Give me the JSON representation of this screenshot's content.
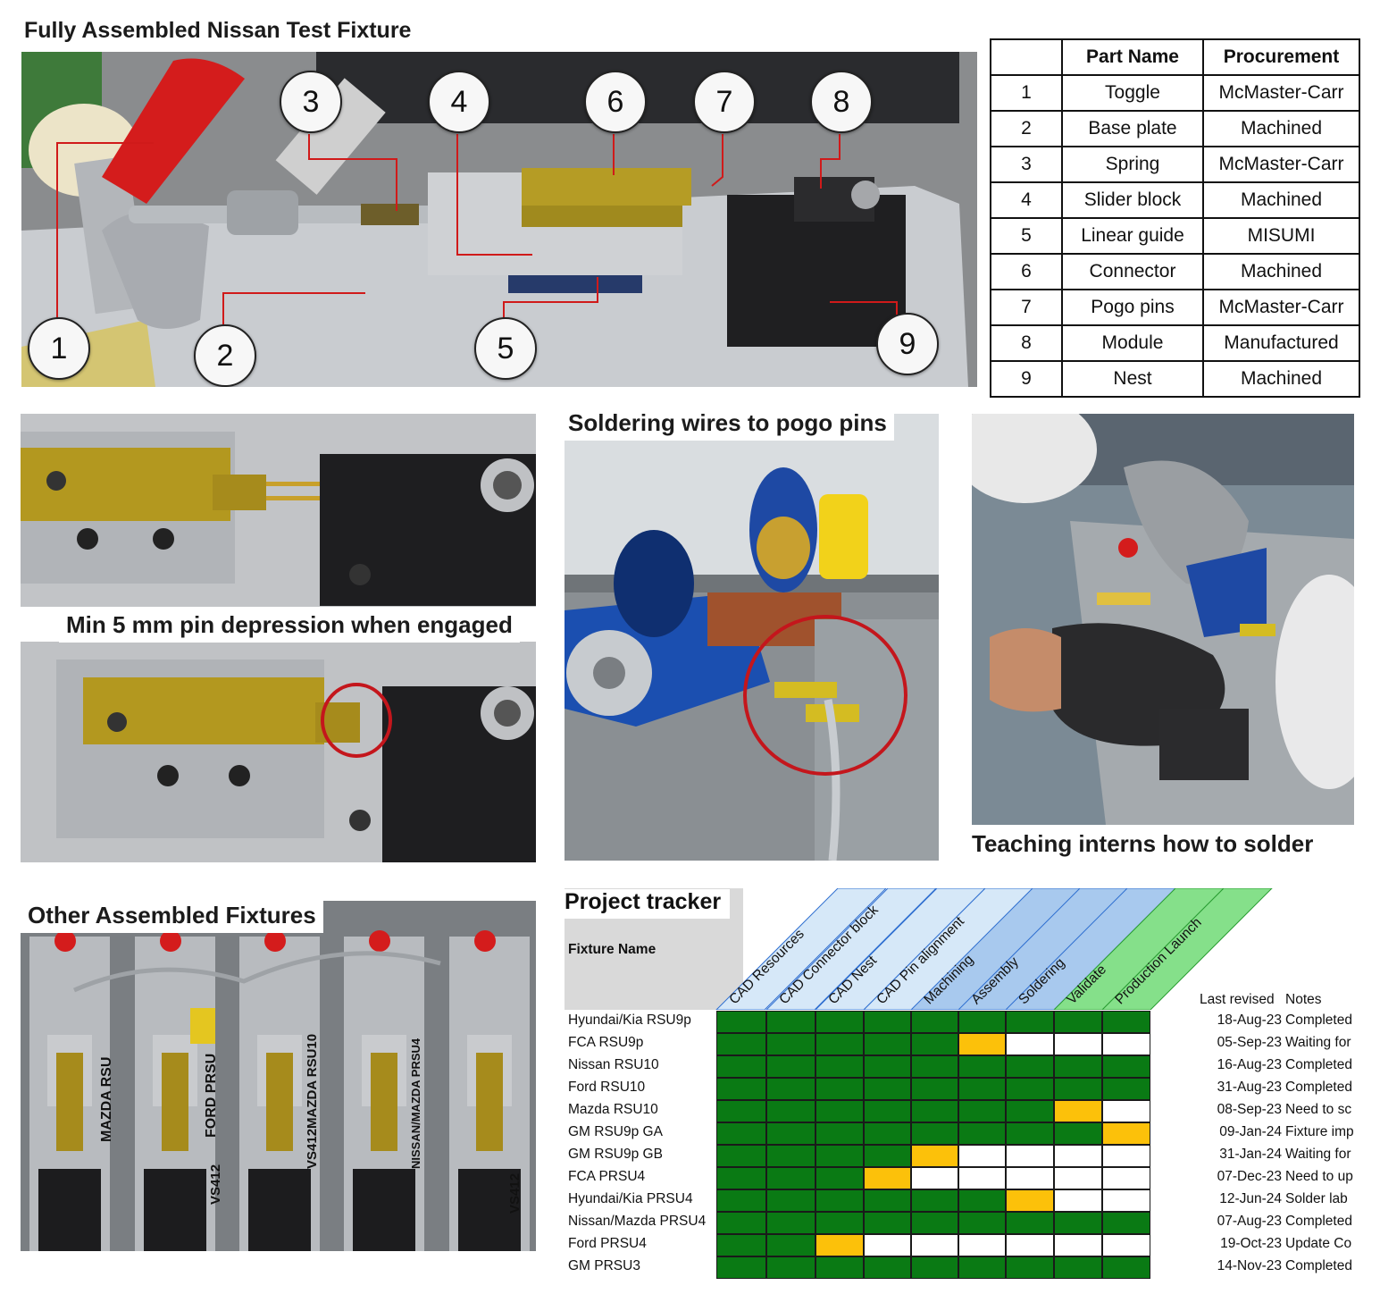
{
  "main_photo": {
    "title": "Fully Assembled Nissan Test Fixture",
    "callouts": [
      "1",
      "2",
      "3",
      "4",
      "5",
      "6",
      "7",
      "8",
      "9"
    ]
  },
  "parts_table": {
    "headers": [
      "",
      "Part Name",
      "Procurement"
    ],
    "rows": [
      [
        "1",
        "Toggle",
        "McMaster-Carr"
      ],
      [
        "2",
        "Base plate",
        "Machined"
      ],
      [
        "3",
        "Spring",
        "McMaster-Carr"
      ],
      [
        "4",
        "Slider block",
        "Machined"
      ],
      [
        "5",
        "Linear guide",
        "MISUMI"
      ],
      [
        "6",
        "Connector",
        "Machined"
      ],
      [
        "7",
        "Pogo pins",
        "McMaster-Carr"
      ],
      [
        "8",
        "Module",
        "Manufactured"
      ],
      [
        "9",
        "Nest",
        "Machined"
      ]
    ]
  },
  "pin_photo": {
    "caption": "Min 5 mm pin depression when engaged"
  },
  "solder_photo": {
    "caption": "Soldering wires to pogo pins"
  },
  "intern_photo": {
    "caption": "Teaching interns how to solder"
  },
  "fixtures_photo": {
    "caption": "Other Assembled Fixtures",
    "labels": [
      "MAZDA RSU",
      "FORD PRSU",
      "VS412",
      "MAZDA RSU10",
      "VS412",
      "NISSAN/MAZDA PRSU4",
      "VS412"
    ]
  },
  "tracker": {
    "title": "Project tracker",
    "fixture_header": "Fixture Name",
    "last_revised_header": "Last revised",
    "notes_header": "Notes",
    "steps": [
      "CAD Resources",
      "CAD Connector block",
      "CAD Nest",
      "CAD Pin alignment",
      "Machining",
      "Assembly",
      "Soldering",
      "Validate",
      "Production Launch"
    ],
    "colors": {
      "done": "#0a7a14",
      "in_progress": "#fcc10a",
      "todo": "#ffffff",
      "cad_header": "#d6e8f8",
      "build_header": "#a8c9ee",
      "validate_header": "#85e08a"
    },
    "rows": [
      {
        "name": "Hyundai/Kia RSU9p",
        "status": [
          "D",
          "D",
          "D",
          "D",
          "D",
          "D",
          "D",
          "D",
          "D"
        ],
        "revised": "18-Aug-23",
        "note": "Completed"
      },
      {
        "name": "FCA RSU9p",
        "status": [
          "D",
          "D",
          "D",
          "D",
          "D",
          "P",
          "T",
          "T",
          "T"
        ],
        "revised": "05-Sep-23",
        "note": "Waiting for"
      },
      {
        "name": "Nissan RSU10",
        "status": [
          "D",
          "D",
          "D",
          "D",
          "D",
          "D",
          "D",
          "D",
          "D"
        ],
        "revised": "16-Aug-23",
        "note": "Completed"
      },
      {
        "name": "Ford RSU10",
        "status": [
          "D",
          "D",
          "D",
          "D",
          "D",
          "D",
          "D",
          "D",
          "D"
        ],
        "revised": "31-Aug-23",
        "note": "Completed"
      },
      {
        "name": "Mazda RSU10",
        "status": [
          "D",
          "D",
          "D",
          "D",
          "D",
          "D",
          "D",
          "P",
          "T"
        ],
        "revised": "08-Sep-23",
        "note": "Need to sc"
      },
      {
        "name": "GM RSU9p GA",
        "status": [
          "D",
          "D",
          "D",
          "D",
          "D",
          "D",
          "D",
          "D",
          "P"
        ],
        "revised": "09-Jan-24",
        "note": "Fixture imp"
      },
      {
        "name": "GM RSU9p GB",
        "status": [
          "D",
          "D",
          "D",
          "D",
          "P",
          "T",
          "T",
          "T",
          "T"
        ],
        "revised": "31-Jan-24",
        "note": "Waiting for"
      },
      {
        "name": "FCA PRSU4",
        "status": [
          "D",
          "D",
          "D",
          "P",
          "T",
          "T",
          "T",
          "T",
          "T"
        ],
        "revised": "07-Dec-23",
        "note": "Need to up"
      },
      {
        "name": "Hyundai/Kia PRSU4",
        "status": [
          "D",
          "D",
          "D",
          "D",
          "D",
          "D",
          "P",
          "T",
          "T"
        ],
        "revised": "12-Jun-24",
        "note": "Solder lab"
      },
      {
        "name": "Nissan/Mazda PRSU4",
        "status": [
          "D",
          "D",
          "D",
          "D",
          "D",
          "D",
          "D",
          "D",
          "D"
        ],
        "revised": "07-Aug-23",
        "note": "Completed"
      },
      {
        "name": "Ford PRSU4",
        "status": [
          "D",
          "D",
          "P",
          "T",
          "T",
          "T",
          "T",
          "T",
          "T"
        ],
        "revised": "19-Oct-23",
        "note": "Update Co"
      },
      {
        "name": "GM PRSU3",
        "status": [
          "D",
          "D",
          "D",
          "D",
          "D",
          "D",
          "D",
          "D",
          "D"
        ],
        "revised": "14-Nov-23",
        "note": "Completed"
      }
    ]
  }
}
